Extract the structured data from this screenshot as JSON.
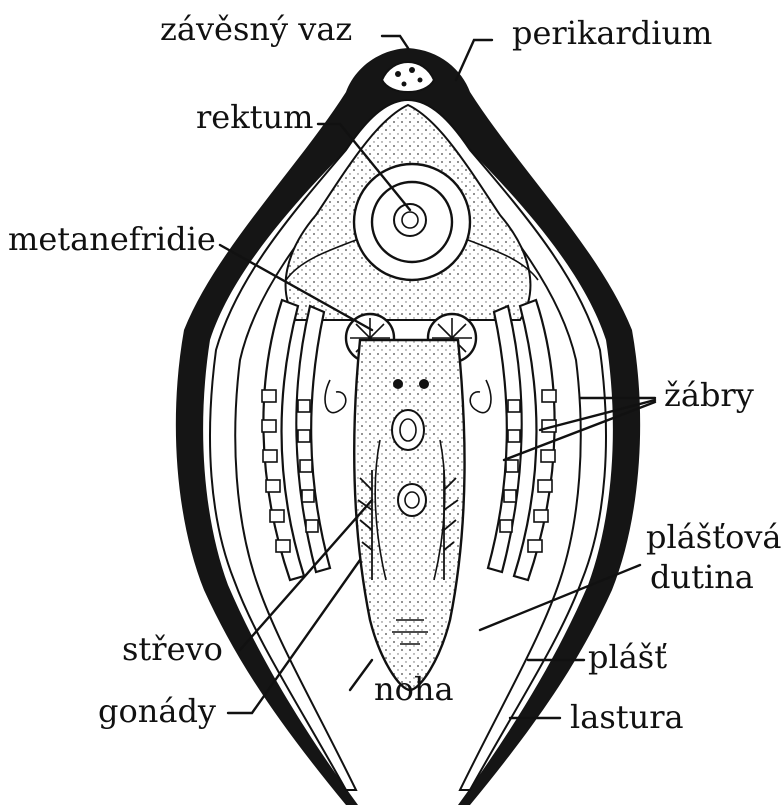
{
  "labels": {
    "zavesny_vaz": "závěsný vaz",
    "perikardium": "perikardium",
    "rektum": "rektum",
    "metanefridie": "metanefridie",
    "zabry": "žábry",
    "plastova_dutina_1": "plášťová",
    "plastova_dutina_2": "dutina",
    "strevo": "střevo",
    "plast": "plášť",
    "gonady": "gonády",
    "noha": "noha",
    "lastura": "lastura"
  }
}
